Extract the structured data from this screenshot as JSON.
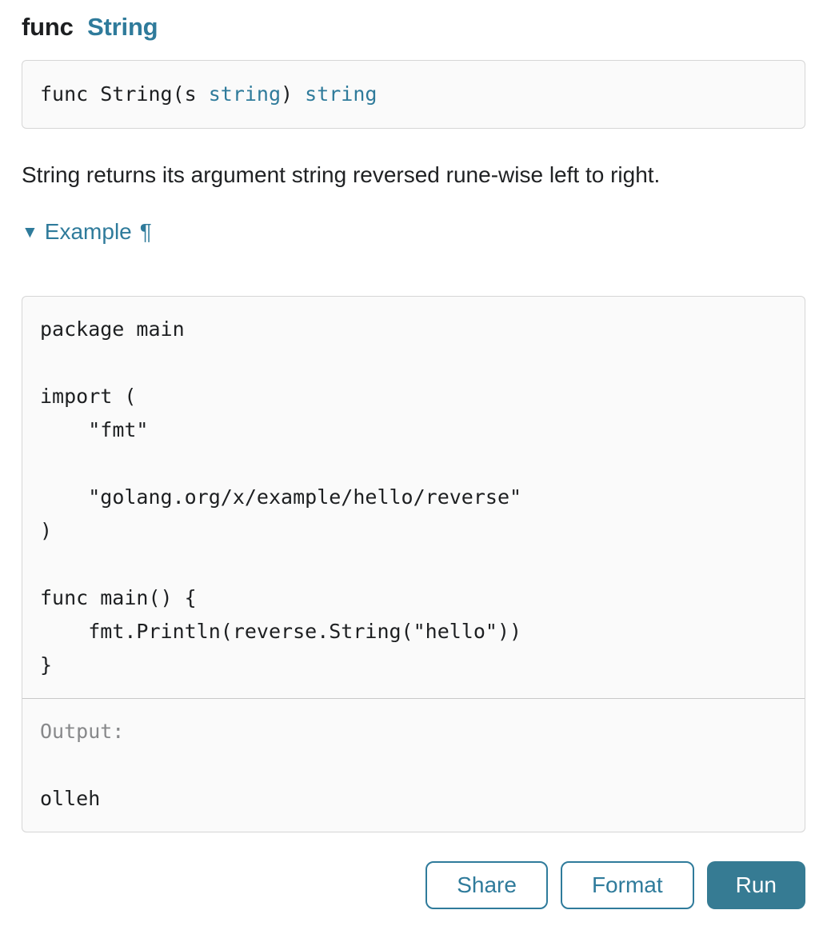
{
  "heading": {
    "keyword": "func",
    "name": "String"
  },
  "signature": {
    "p1": "func String(s ",
    "p2": "string",
    "p3": ") ",
    "p4": "string"
  },
  "description": "String returns its argument string reversed rune-wise left to right.",
  "example": {
    "toggle_icon": "▼",
    "label": "Example",
    "anchor": "¶",
    "code": "package main\n\nimport (\n\t\"fmt\"\n\n\t\"golang.org/x/example/hello/reverse\"\n)\n\nfunc main() {\n\tfmt.Println(reverse.String(\"hello\"))\n}",
    "output_label": "Output:",
    "output_value": "olleh"
  },
  "buttons": {
    "share": "Share",
    "format": "Format",
    "run": "Run"
  },
  "colors": {
    "accent": "#2f7b9b",
    "run_button_fill": "#367b93",
    "box_background": "#fafafa",
    "box_border": "#d6d6d6",
    "output_divider": "#c8c8c8",
    "text": "#1d1f21",
    "output_label_gray": "#87888a"
  }
}
